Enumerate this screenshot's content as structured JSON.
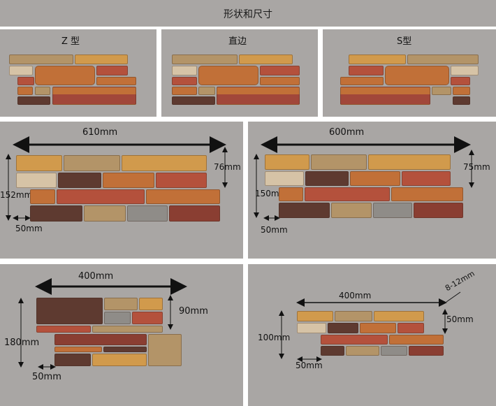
{
  "header": {
    "title": "形状和尺寸"
  },
  "shapes": [
    {
      "label": "Z 型"
    },
    {
      "label": "直边"
    },
    {
      "label": "S型"
    }
  ],
  "dims": {
    "p1": {
      "width": "610mm",
      "course": "76mm",
      "height": "152mm",
      "offset": "50mm"
    },
    "p2": {
      "width": "600mm",
      "course": "75mm",
      "height": "150mm",
      "offset": "50mm"
    },
    "p3": {
      "width": "400mm",
      "course": "90mm",
      "height": "180mm",
      "offset": "50mm"
    },
    "p4": {
      "width": "400mm",
      "course": "50mm",
      "height": "100mm",
      "offset": "50mm",
      "thickness": "8-12mm"
    }
  },
  "colors": {
    "panel": "#a9a6a4",
    "tan": "#d19a4c",
    "khaki": "#b39468",
    "brick": "#b4513c",
    "rust": "#c17038",
    "umber": "#5e3a30",
    "grey": "#8f8c88",
    "cream": "#d6c3a6"
  }
}
